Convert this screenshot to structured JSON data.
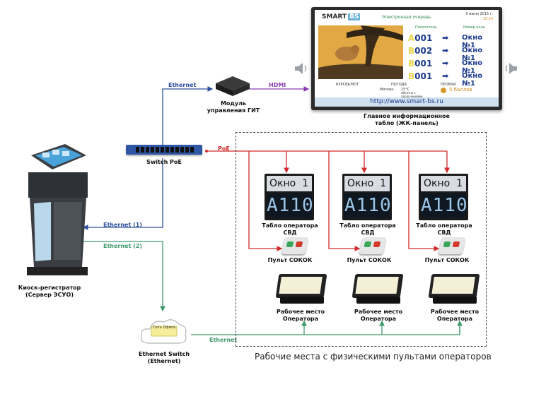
{
  "tv": {
    "logo_a": "SMART",
    "logo_b": "BS",
    "title": "Электронная очередь",
    "date": "5 июня 2015 г.",
    "time": "15:20",
    "header_left": "Посетитель",
    "header_right": "Номер окна",
    "rows": [
      {
        "ticket_letter": "А",
        "ticket_number": "001",
        "window": "Окно №1"
      },
      {
        "ticket_letter": "В",
        "ticket_number": "002",
        "window": "Окно №1"
      },
      {
        "ticket_letter": "В",
        "ticket_number": "001",
        "window": "Окно №1"
      },
      {
        "ticket_letter": "В",
        "ticket_number": "001",
        "window": "Окно №1"
      }
    ],
    "info_currency": "КУРСВАЛЮТ",
    "info_weather": "ПОГОДА",
    "info_city": "Москва",
    "info_temp": "15°C",
    "info_desc": "облачно с прояснениями",
    "info_traffic": "ПРОБКИ",
    "info_traffic_value": "5 баллов",
    "url": "http://www.smart-bs.ru"
  },
  "labels": {
    "tv_caption_1": "Главное информационное",
    "tv_caption_2": "табло (ЖК-панель)",
    "module_1": "Модуль",
    "module_2": "управления ГИТ",
    "switch_poe": "Switch PoE",
    "kiosk_1": "Киоск-регистратор",
    "kiosk_2": "(Сервер ЭСУО)",
    "eth_switch_1": "Ethernet Switch",
    "eth_switch_2": "(Ethernet)",
    "cloud": "Сеть Офиса",
    "display_caption": "Табло оператора СВД",
    "pult_caption": "Пульт СОКОК",
    "workplace_1": "Рабочее место",
    "workplace_2": "Оператора",
    "zone_caption": "Рабочие места с физическими пультами операторов"
  },
  "links": {
    "ethernet_top": "Ethernet",
    "hdmi": "HDMI",
    "poe": "PoE",
    "ethernet_1": "Ethernet (1)",
    "ethernet_2": "Ethernet (2)",
    "ethernet_bottom": "Ethernet"
  },
  "operator_display": {
    "window_word": "Окно",
    "window_number": "1",
    "ticket": "A110"
  },
  "colors": {
    "ethernet_blue": "#2e4f9e",
    "ethernet_green": "#3f9a6c",
    "poe_red": "#d12b2b"
  }
}
